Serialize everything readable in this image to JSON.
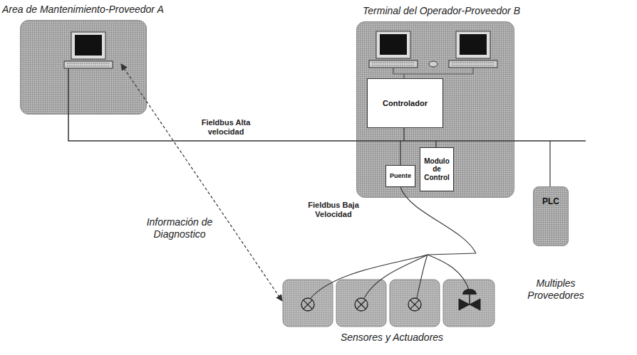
{
  "diagram": {
    "nodes": [
      {
        "text": [
          "Area de Mantenimiento-Proveedor A"
        ]
      },
      {
        "text": [
          "Terminal del Operador-Proveedor B"
        ]
      },
      {
        "text": [
          "Controlador"
        ],
        "in": 1
      },
      {
        "text": [
          "Puente"
        ],
        "in": 1
      },
      {
        "text": [
          "Modulo de Control"
        ],
        "in": 1
      },
      {
        "text": [
          "PLC"
        ]
      }
    ],
    "labels": [
      "Fieldbus Alta velocidad",
      "Información de Diagnostico",
      "Fieldbus Baja Velocidad",
      "Multiples Proveedores",
      "Sensores y Actuadores"
    ]
  }
}
